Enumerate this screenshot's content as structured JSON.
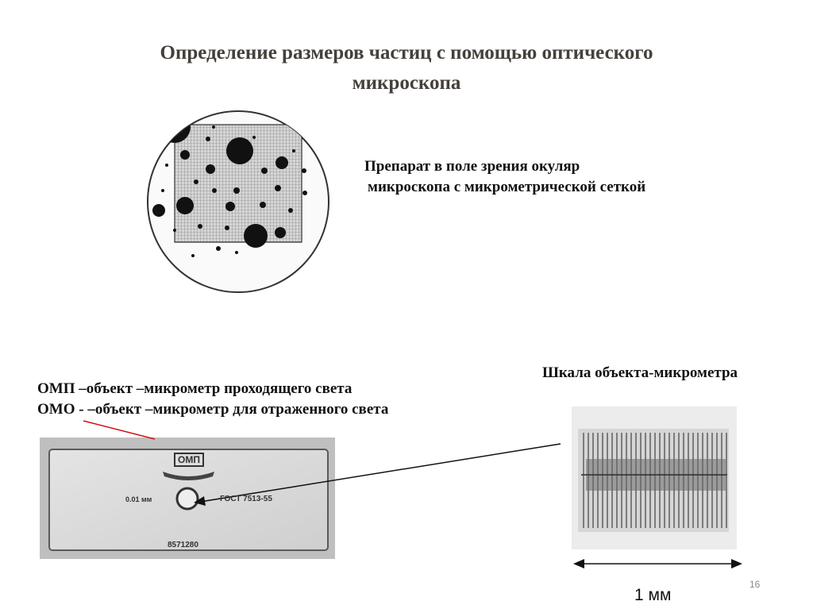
{
  "slide": {
    "title_line1": "Определение размеров частиц с помощью оптического",
    "title_line2": "микроскопа",
    "page_number": "16"
  },
  "field_of_view": {
    "caption_line1": "Препарат в поле зрения окуляр",
    "caption_line2": "микроскопа с микрометрической сеткой"
  },
  "micrometer_slide": {
    "caption_line1": "ОМП –объект –микрометр проходящего света",
    "caption_line2": "ОМО - –объект –микрометр для отраженного света",
    "plate_label_top": "ОМП",
    "plate_label_left": "0.01 мм",
    "plate_label_right": "ГОСТ 7513-55",
    "plate_serial": "8571280"
  },
  "scale": {
    "caption": "Шкала объекта-микрометра",
    "length_label": "1 мм"
  },
  "colors": {
    "title": "#44403a",
    "pointer_red": "#cc1111",
    "grid": "#555555"
  }
}
